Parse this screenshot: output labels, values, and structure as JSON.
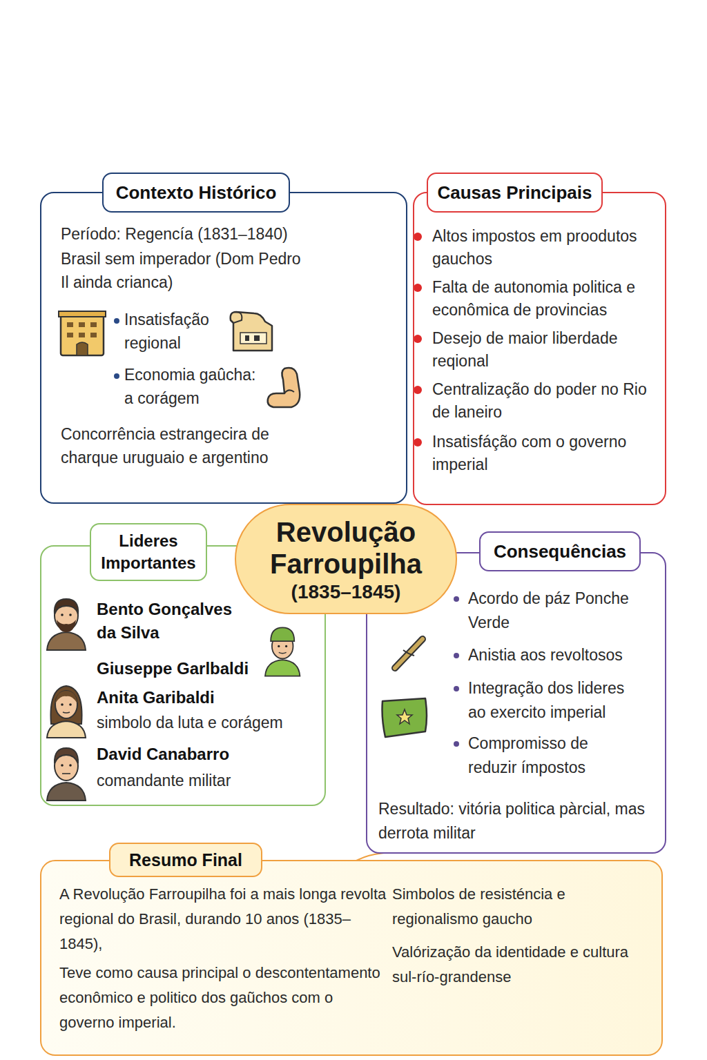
{
  "diagram": {
    "nodes": [
      {
        "text": [
          "Contexto Histórico",
          "Período: Regencía (1831–1840)",
          "Brasil sem imperador (Dom Pedro Il ainda crianca)",
          "Insatisfação regional",
          "Economia gaûcha: a corágem",
          "Concorrência estrangecira de charque uruguaio e argentino"
        ]
      },
      {
        "text": [
          "Causas Principais",
          "Altos impostos em proodutos gauchos",
          "Falta de autonomia politica e econômica de provincias",
          "Desejo de maior liberdade reqional",
          "Centralização do poder no Rio de laneiro",
          "Insatisfáção com o governo imperial"
        ]
      },
      {
        "text": [
          "Revolução Farroupilha",
          "(1835–1845)"
        ]
      },
      {
        "text": [
          "Lideres Importantes",
          "Bento Gonçalves da Silva",
          "Giuseppe Garlbaldi",
          "Anita Garibaldi",
          "simbolo da luta e corágem",
          "David Canabarro",
          "comandante militar"
        ]
      },
      {
        "text": [
          "Consequências",
          "Acordo de páz Ponche Verde",
          "Anistia aos revoltosos",
          "Integração dos lideres ao exercito imperial",
          "Compromisso de reduzir ímpostos",
          "Resultado: vitória politica pàrcial, mas derrota militar"
        ]
      },
      {
        "text": [
          "Resumo Final",
          "A Revolução Farroupilha foi a mais longa revolta regional do Brasil, durando 10 anos (1835–1845),",
          "Teve como causa principal o descontentamento econômico e politico dos gaũchos com o governo imperial.",
          "Simbolos de resisténcia e regionalismo gaucho",
          "Valórização da identidade e cultura sul-río-grandense"
        ]
      }
    ],
    "edges": [
      {
        "from": 2,
        "to": 3,
        "arrow": "none"
      },
      {
        "from": 2,
        "to": 4,
        "arrow": "none"
      },
      {
        "from": 4,
        "to": 5,
        "arrow": "none"
      }
    ]
  }
}
